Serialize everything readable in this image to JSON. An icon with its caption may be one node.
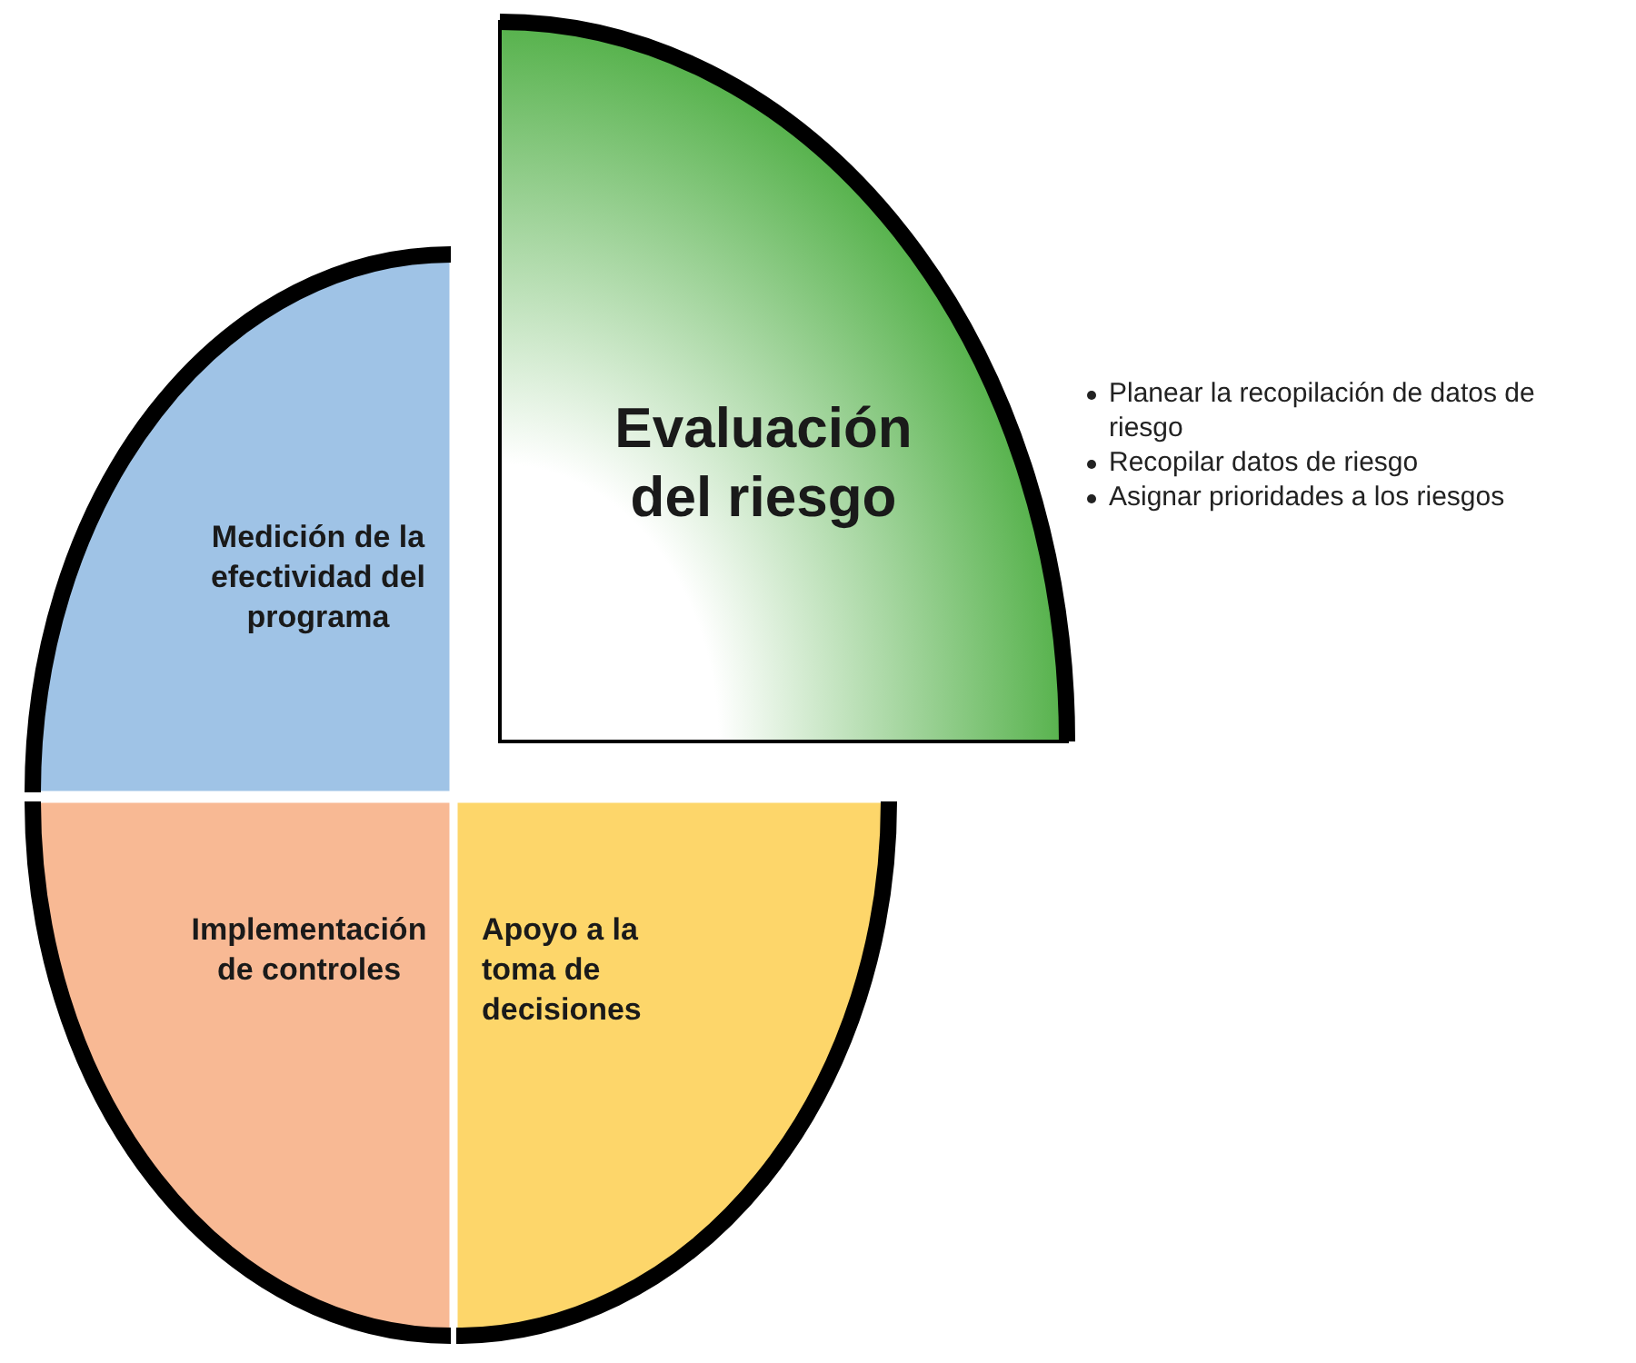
{
  "diagram": {
    "nodes": [
      {
        "text": [
          "Evaluación del riesgo"
        ],
        "beside": [
          "Planear la recopilación de datos de riesgo",
          "Recopilar datos de riesgo",
          "Asignar prioridades a los riesgos"
        ]
      },
      {
        "text": [
          "Medición de la efectividad del programa"
        ]
      },
      {
        "text": [
          "Implementación de controles"
        ]
      },
      {
        "text": [
          "Apoyo a la toma de decisiones"
        ]
      }
    ]
  }
}
